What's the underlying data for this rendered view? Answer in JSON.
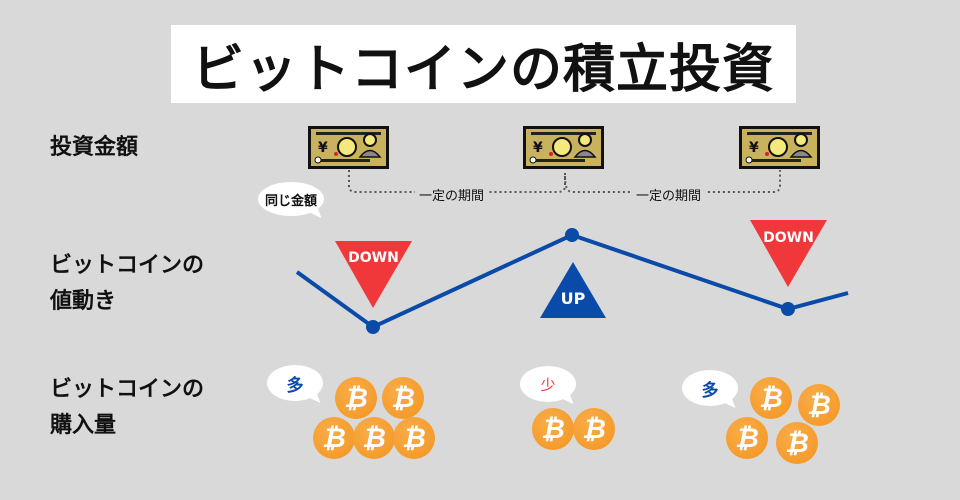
{
  "title": "ビットコインの積立投資",
  "rows": {
    "investment": "投資金額",
    "price_line1": "ビットコインの",
    "price_line2": "値動き",
    "amount_line1": "ビットコインの",
    "amount_line2": "購入量"
  },
  "same_amount": "同じ金額",
  "period_label": "一定の期間",
  "markers": {
    "down": "DOWN",
    "up": "UP"
  },
  "bubbles": {
    "many": "多",
    "few": "少"
  },
  "coin_symbol": "₿",
  "coin_counts": [
    5,
    2,
    4
  ],
  "colors": {
    "line": "#0a4aa8",
    "down": "#f0373a",
    "up": "#0a4aa8",
    "coin": "#f39420",
    "many": "#0a4aa8",
    "few": "#f0373a"
  }
}
